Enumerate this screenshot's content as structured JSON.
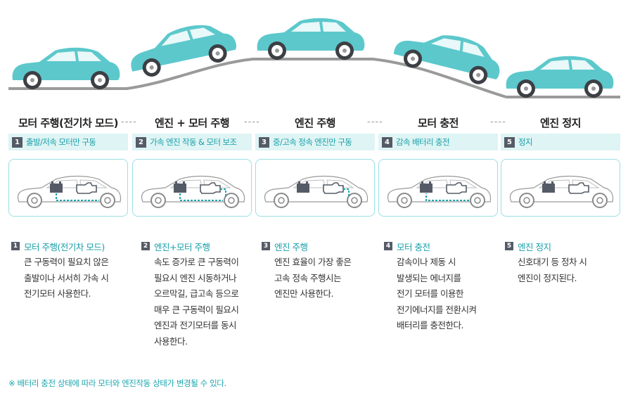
{
  "colors": {
    "accent": "#1aa5ae",
    "car_body": "#5cc8cc",
    "road": "#9a9a9a",
    "step_bar": "#dff4f4",
    "box_border": "#9adfe4",
    "badge": "#555b66",
    "flow_line": "#1aa5ae"
  },
  "stages": [
    {
      "title": "모터 주행(전기차 모드)",
      "number": "1",
      "step_label": "출발/저속 모터만 구동",
      "desc_title": "모터 주행(전기차 모드)",
      "desc_body": "큰 구동력이 필요치 않은\n출발이나 서서히 가속 시\n전기모터 사용한다.",
      "icons": [
        "battery-icon",
        "motor-icon"
      ]
    },
    {
      "title": "엔진 + 모터 주행",
      "number": "2",
      "step_label": "가속 엔진 작동 & 모터 보조",
      "desc_title": "엔진+모터 주행",
      "desc_body": "속도 증가로 큰 구동력이\n필요시 엔진 시동하거나\n오르막길, 급고속 등으로\n매우 큰 구동력이 필요시\n엔진과 전기모터를 동시\n사용한다.",
      "icons": [
        "battery-icon",
        "engine-icon"
      ]
    },
    {
      "title": "엔진 주행",
      "number": "3",
      "step_label": "중/고속 정속 엔진만 구동",
      "desc_title": "엔진 주행",
      "desc_body": "엔진 효율이 가장 좋은\n고속 정속 주행시는\n엔진만 사용한다.",
      "icons": [
        "battery-icon",
        "engine-icon"
      ]
    },
    {
      "title": "모터 충전",
      "number": "4",
      "step_label": "감속 배터리 충전",
      "desc_title": "모터 충전",
      "desc_body": "감속이나 제동 시\n발생되는 에너지를\n전기 모터를 이용한\n전기에너지를 전환시켜\n배터리를 충전한다.",
      "icons": [
        "battery-icon",
        "engine-icon"
      ]
    },
    {
      "title": "엔진 정지",
      "number": "5",
      "step_label": "정지",
      "desc_title": "엔진 정지",
      "desc_body": "신호대기 등 정차 시\n엔진이 정지된다.",
      "icons": [
        "battery-icon",
        "engine-icon"
      ]
    }
  ],
  "divider": "----",
  "footnote": "※ 배터리 충전 상태에 따라 모터와 엔진작동 상태가 변경될 수 있다."
}
